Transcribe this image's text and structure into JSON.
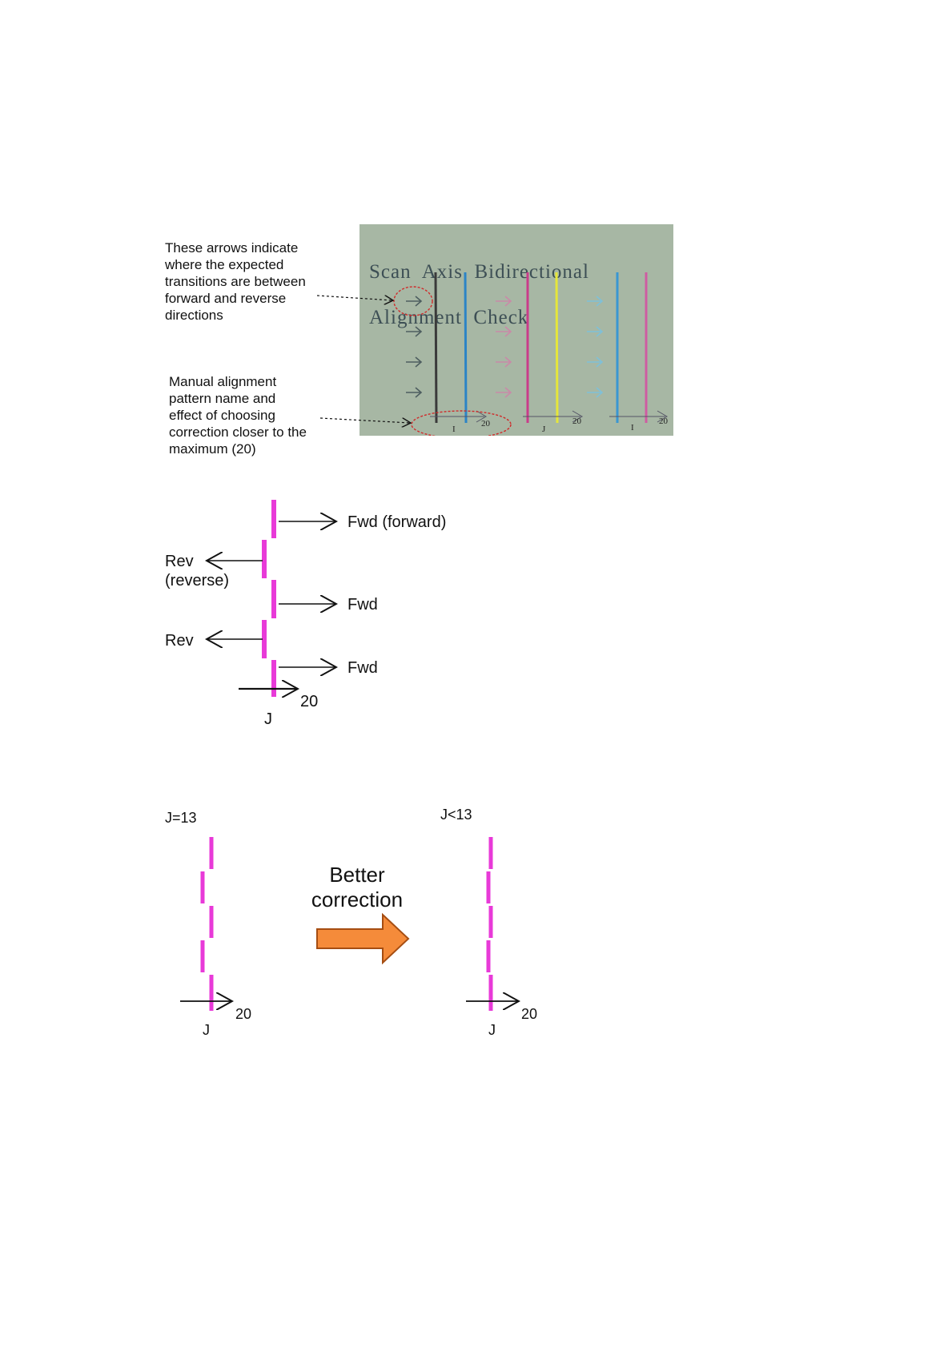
{
  "annotations": {
    "arrows_note": "These arrows indicate where the expected transitions are between forward and reverse directions",
    "pattern_note": "Manual alignment pattern name and effect of choosing correction closer to the maximum (20)"
  },
  "photo": {
    "title_line1": "Scan  Axis  Bidirectional",
    "title_line2": "Alignment  Check",
    "tick_labels": [
      "I",
      "20",
      "J",
      "20",
      "I",
      "20"
    ]
  },
  "direction_diagram": {
    "fwd1": "Fwd (forward)",
    "rev1_line1": "Rev",
    "rev1_line2": "(reverse)",
    "fwd2": "Fwd",
    "rev2": "Rev",
    "fwd3": "Fwd",
    "max_value": "20",
    "pattern_name": "J"
  },
  "comparison": {
    "before_label": "J=13",
    "after_label": "J<13",
    "arrow_text_line1": "Better",
    "arrow_text_line2": "correction",
    "before_max": "20",
    "before_name": "J",
    "after_max": "20",
    "after_name": "J"
  },
  "colors": {
    "magenta": "#e83ad8",
    "orange_fill": "#f58b3a",
    "orange_stroke": "#a54d12",
    "photo_bg": "#a7b7a4"
  }
}
